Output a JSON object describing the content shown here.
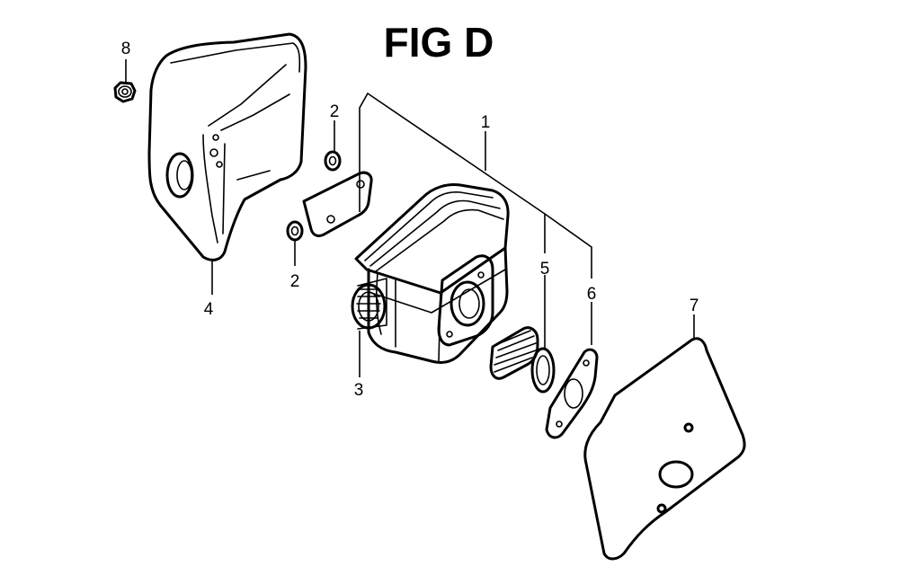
{
  "figure": {
    "title": "FIG D"
  },
  "callouts": {
    "part_1": "1",
    "part_2_upper": "2",
    "part_2_lower": "2",
    "part_3": "3",
    "part_4": "4",
    "part_5": "5",
    "part_6": "6",
    "part_7": "7",
    "part_8": "8"
  }
}
